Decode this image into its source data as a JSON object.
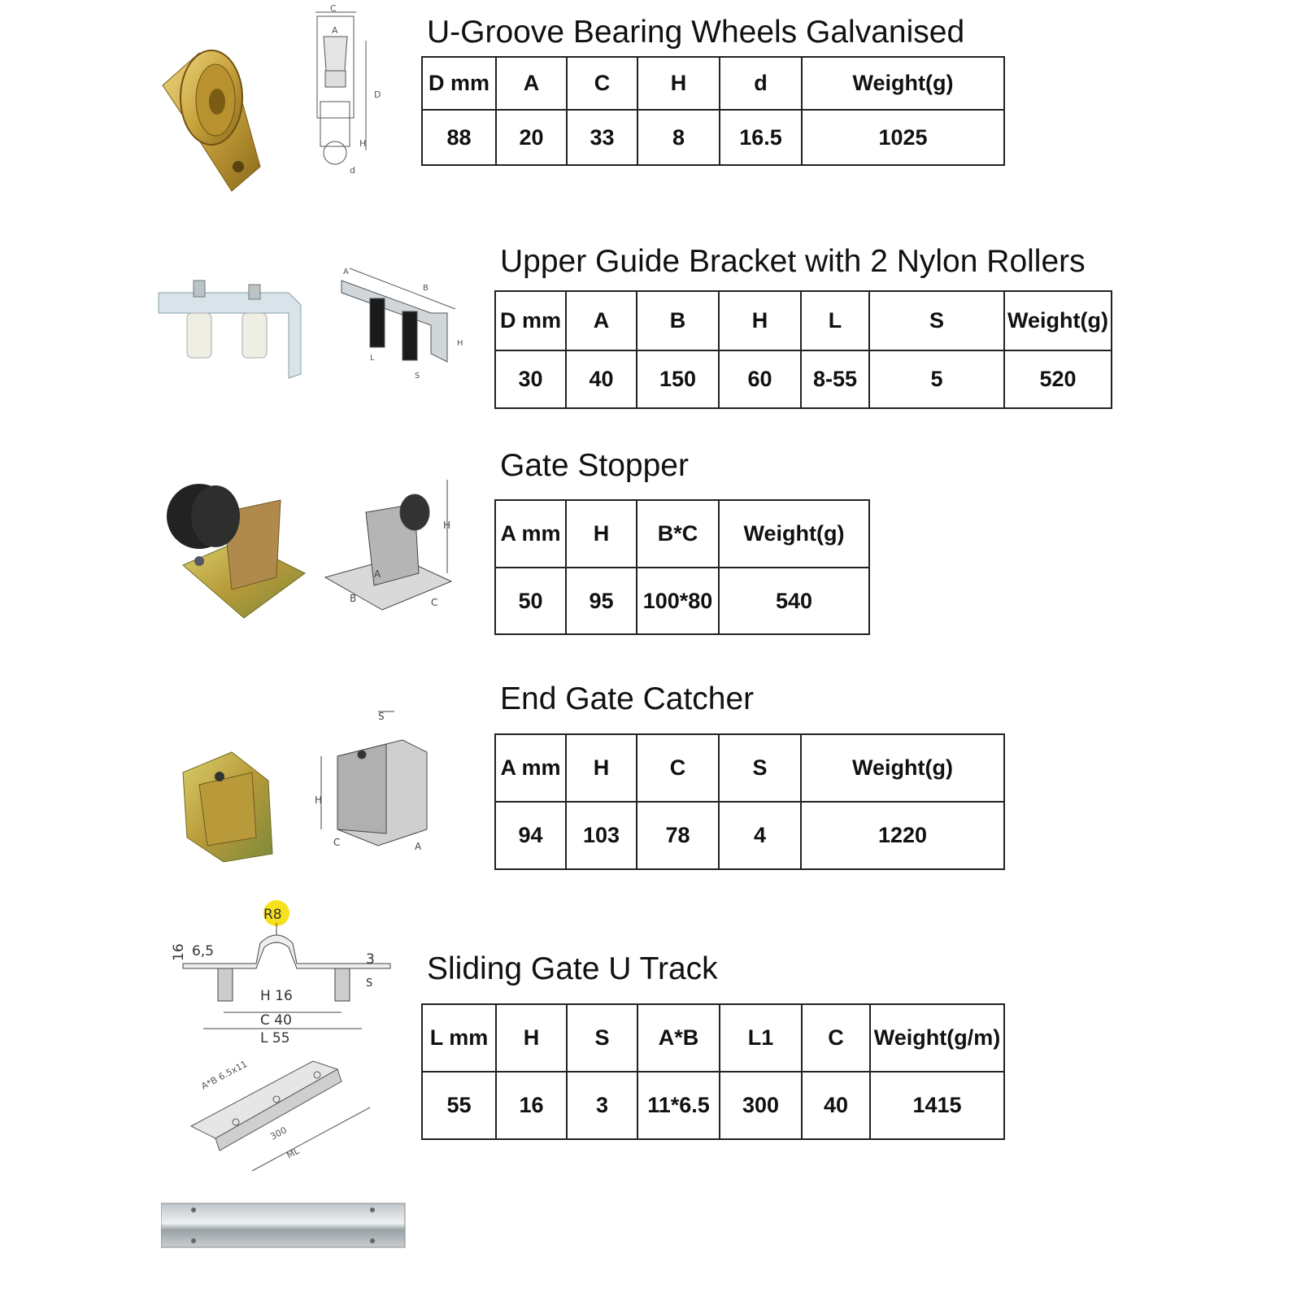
{
  "sections": [
    {
      "title": "U-Groove Bearing Wheels Galvanised",
      "headers": [
        "D mm",
        "A",
        "C",
        "H",
        "d",
        "Weight(g)"
      ],
      "values": [
        "88",
        "20",
        "33",
        "8",
        "16.5",
        "1025"
      ]
    },
    {
      "title": "Upper Guide Bracket with 2 Nylon Rollers",
      "headers": [
        "D mm",
        "A",
        "B",
        "H",
        "L",
        "S",
        "Weight(g)"
      ],
      "values": [
        "30",
        "40",
        "150",
        "60",
        "8-55",
        "5",
        "520"
      ]
    },
    {
      "title": "Gate Stopper",
      "headers": [
        "A mm",
        "H",
        "B*C",
        "Weight(g)"
      ],
      "values": [
        "50",
        "95",
        "100*80",
        "540"
      ]
    },
    {
      "title": "End Gate Catcher",
      "headers": [
        "A mm",
        "H",
        "C",
        "S",
        "Weight(g)"
      ],
      "values": [
        "94",
        "103",
        "78",
        "4",
        "1220"
      ]
    },
    {
      "title": "Sliding Gate U Track",
      "headers": [
        "L mm",
        "H",
        "S",
        "A*B",
        "L1",
        "C",
        "Weight(g/m)"
      ],
      "values": [
        "55",
        "16",
        "3",
        "11*6.5",
        "300",
        "40",
        "1415"
      ]
    }
  ],
  "drawing_labels": {
    "wheel": [
      "C",
      "A",
      "D",
      "H",
      "d"
    ],
    "bracket": [
      "A",
      "B",
      "L",
      "S",
      "H"
    ],
    "stopper": [
      "H",
      "A",
      "B",
      "C"
    ],
    "catcher": [
      "S",
      "H",
      "C",
      "A"
    ],
    "track_profile": [
      "R8",
      "16",
      "6,5",
      "3",
      "S",
      "H 16",
      "C 40",
      "L 55"
    ],
    "track_iso": [
      "A*B 6.5x11",
      "300",
      "ML"
    ]
  }
}
